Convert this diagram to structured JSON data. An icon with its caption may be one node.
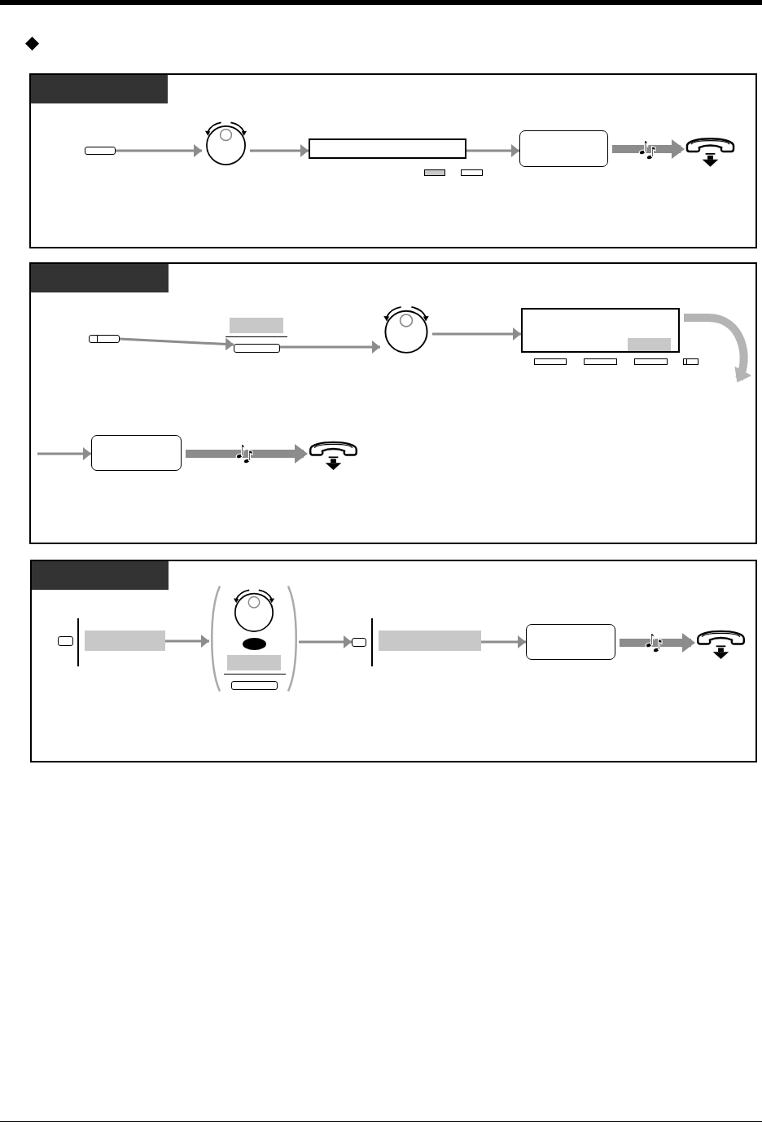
{
  "diagram": {
    "nodes": [
      {
        "text": [],
        "shape": "box"
      },
      {
        "text": [],
        "shape": "bar",
        "in": 0
      },
      {
        "text": [],
        "shape": "box",
        "in": 0
      },
      {
        "text": [],
        "shape": "picture",
        "in": 0
      },
      {
        "text": [],
        "shape": "box",
        "in": 0
      },
      {
        "text": [],
        "shape": "box",
        "in": 0
      },
      {
        "text": [],
        "shape": "box",
        "in": 0
      },
      {
        "text": [],
        "shape": "box",
        "in": 0
      },
      {
        "text": [],
        "shape": "picture",
        "in": 0
      },
      {
        "text": [],
        "shape": "box"
      },
      {
        "text": [],
        "shape": "bar",
        "in": 9
      },
      {
        "text": [],
        "shape": "box",
        "in": 9
      },
      {
        "text": [],
        "shape": "bar",
        "in": 9
      },
      {
        "text": [],
        "shape": "box",
        "in": 9
      },
      {
        "text": [],
        "shape": "picture",
        "in": 9
      },
      {
        "text": [],
        "shape": "box",
        "in": 9
      },
      {
        "text": [],
        "shape": "bar",
        "in": 15
      },
      {
        "text": [],
        "shape": "box",
        "in": 9
      },
      {
        "text": [],
        "shape": "box",
        "in": 9
      },
      {
        "text": [],
        "shape": "box",
        "in": 9
      },
      {
        "text": [],
        "shape": "box",
        "in": 9
      },
      {
        "text": [],
        "shape": "box",
        "in": 9
      },
      {
        "text": [],
        "shape": "picture",
        "in": 9
      },
      {
        "text": [],
        "shape": "box"
      },
      {
        "text": [],
        "shape": "bar",
        "in": 23
      },
      {
        "text": [],
        "shape": "box",
        "in": 23
      },
      {
        "text": [],
        "shape": "bar",
        "in": 23
      },
      {
        "text": [],
        "shape": "bracket",
        "in": 23
      },
      {
        "text": [],
        "shape": "picture",
        "in": 27
      },
      {
        "text": [],
        "shape": "oval",
        "in": 27
      },
      {
        "text": [],
        "shape": "bar",
        "in": 27
      },
      {
        "text": [],
        "shape": "box",
        "in": 27
      },
      {
        "text": [],
        "shape": "box",
        "in": 23
      },
      {
        "text": [],
        "shape": "bar",
        "in": 23
      },
      {
        "text": [],
        "shape": "box",
        "in": 23
      },
      {
        "text": [],
        "shape": "picture",
        "in": 23
      }
    ],
    "edges": [
      {
        "from": 2,
        "to": 3,
        "arrow": "to"
      },
      {
        "from": 3,
        "to": 4,
        "arrow": "to"
      },
      {
        "from": 4,
        "to": 7,
        "arrow": "to"
      },
      {
        "from": 7,
        "to": 8,
        "arrow": "to",
        "style": "thick"
      },
      {
        "from": 11,
        "to": 13,
        "arrow": "to"
      },
      {
        "from": 13,
        "to": 14,
        "arrow": "to"
      },
      {
        "from": 14,
        "to": 15,
        "arrow": "to"
      },
      {
        "from": 15,
        "to": null,
        "arrow": "to",
        "style": "thick",
        "color": "#b4b4b4"
      },
      {
        "from": null,
        "to": 21,
        "arrow": "to"
      },
      {
        "from": 21,
        "to": 22,
        "arrow": "to",
        "style": "thick"
      },
      {
        "from": 26,
        "to": 27,
        "arrow": "to"
      },
      {
        "from": 27,
        "to": 32,
        "arrow": "to"
      },
      {
        "from": 33,
        "to": 34,
        "arrow": "to"
      },
      {
        "from": 34,
        "to": 35,
        "arrow": "to",
        "style": "thick"
      }
    ]
  }
}
